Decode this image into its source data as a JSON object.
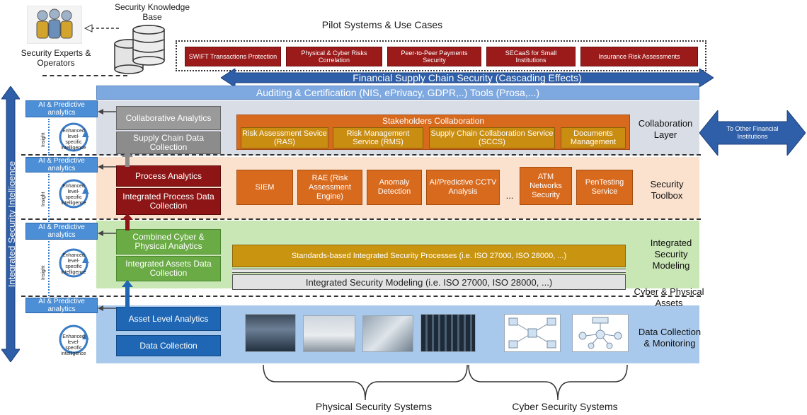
{
  "top": {
    "experts_label": "Security Experts & Operators",
    "kb_label": "Security Knowledge Base",
    "pilot_title": "Pilot Systems & Use Cases",
    "pilots": [
      "SWIFT Transactions Protection",
      "Physical & Cyber Risks Correlation",
      "Peer-to-Peer Payments Security",
      "SECaaS for Small Institutions",
      "Insurance Risk Assessments"
    ]
  },
  "bars": {
    "supply_chain": "Financial Supply Chain Security (Cascading Effects)",
    "auditing": "Auditing & Certification (NIS, ePrivacy, GDPR,..) Tools (Prosa,...)"
  },
  "side": {
    "vertical_label": "Integrated Security Intelligence",
    "ai_label": "AI & Predictive analytics",
    "insight_label": "Insight",
    "enhanced_label": "Enhanced level-specific intelligence"
  },
  "stack": {
    "collaborative_analytics": "Collaborative Analytics",
    "supply_chain_collection": "Supply Chain Data Collection",
    "process_analytics": "Process Analytics",
    "integrated_process_collection": "Integrated Process Data Collection",
    "combined_analytics": "Combined Cyber & Physical Analytics",
    "integrated_assets_collection": "Integrated Assets Data Collection",
    "asset_level_analytics": "Asset Level Analytics",
    "data_collection": "Data Collection"
  },
  "collab": {
    "title": "Stakeholders Collaboration",
    "items": [
      "Risk Assessment Sevice (RAS)",
      "Risk Management Service (RMS)",
      "Supply Chain Collaboration Service (SCCS)",
      "Documents Management"
    ]
  },
  "toolbox": {
    "items": [
      "SIEM",
      "RAE (Risk Assessment Engine)",
      "Anomaly Detection",
      "AI/Predictive CCTV Analysis",
      "...",
      "ATM Networks Security",
      "PenTesting Service"
    ]
  },
  "modeling": {
    "processes": "Standards-based Integrated Security Processes (i.e. ISO 27000, ISO 28000, ...)",
    "modeling_bar": "Integrated Security Modeling (i.e. ISO 27000, ISO 28000, ...)"
  },
  "layers": {
    "collaboration": "Collaboration Layer",
    "toolbox": "Security Toolbox",
    "modeling": "Integrated Security Modeling",
    "assets": "Cyber & Physical Assets",
    "monitoring": "Data Collection & Monitoring"
  },
  "right_arrow": "To Other Financial Institutions",
  "bottom": {
    "physical": "Physical Security Systems",
    "cyber": "Cyber Security Systems"
  },
  "colors": {
    "pilot_red": "#9b1b1b",
    "supply_blue": "#2f5fa8",
    "collab_bg": "#d9dde6",
    "toolbox_bg": "#fbe2cf",
    "modeling_bg": "#c9e6b5",
    "monitoring_bg": "#a9c9ec"
  }
}
